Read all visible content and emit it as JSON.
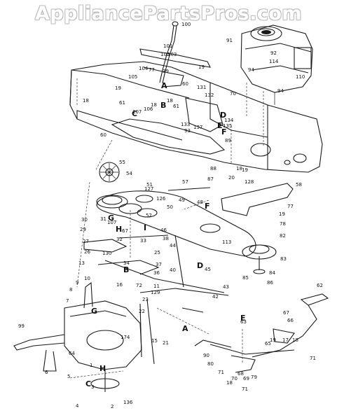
{
  "watermark": "AppliancePartsPros.com",
  "callouts": [
    {
      "n": "100"
    },
    {
      "n": "101"
    },
    {
      "n": "102"
    },
    {
      "n": "103"
    },
    {
      "n": "91"
    },
    {
      "n": "92"
    },
    {
      "n": "114"
    },
    {
      "n": "110"
    },
    {
      "n": "94"
    },
    {
      "n": "94"
    },
    {
      "n": "104"
    },
    {
      "n": "77"
    },
    {
      "n": "39"
    },
    {
      "n": "19"
    },
    {
      "n": "60"
    },
    {
      "n": "61"
    },
    {
      "n": "18"
    },
    {
      "n": "105"
    },
    {
      "n": "107"
    },
    {
      "n": "106"
    },
    {
      "n": "18"
    },
    {
      "n": "61"
    },
    {
      "n": "19"
    },
    {
      "n": "18"
    },
    {
      "n": "131"
    },
    {
      "n": "132"
    },
    {
      "n": "70"
    },
    {
      "n": "134"
    },
    {
      "n": "135"
    },
    {
      "n": "133"
    },
    {
      "n": "93"
    },
    {
      "n": "137"
    },
    {
      "n": "89"
    },
    {
      "n": "60"
    },
    {
      "n": "88"
    },
    {
      "n": "87"
    },
    {
      "n": "20"
    },
    {
      "n": "18"
    },
    {
      "n": "19"
    },
    {
      "n": "128"
    },
    {
      "n": "58"
    },
    {
      "n": "55"
    },
    {
      "n": "54"
    },
    {
      "n": "51"
    },
    {
      "n": "127"
    },
    {
      "n": "57"
    },
    {
      "n": "126"
    },
    {
      "n": "49"
    },
    {
      "n": "52"
    },
    {
      "n": "50"
    },
    {
      "n": "48"
    },
    {
      "n": "77"
    },
    {
      "n": "19"
    },
    {
      "n": "78"
    },
    {
      "n": "30"
    },
    {
      "n": "29"
    },
    {
      "n": "107"
    },
    {
      "n": "31"
    },
    {
      "n": "67"
    },
    {
      "n": "32"
    },
    {
      "n": "27"
    },
    {
      "n": "26"
    },
    {
      "n": "130"
    },
    {
      "n": "33"
    },
    {
      "n": "38"
    },
    {
      "n": "46"
    },
    {
      "n": "25"
    },
    {
      "n": "44"
    },
    {
      "n": "34"
    },
    {
      "n": "37"
    },
    {
      "n": "36"
    },
    {
      "n": "40"
    },
    {
      "n": "45"
    },
    {
      "n": "13"
    },
    {
      "n": "113"
    },
    {
      "n": "82"
    },
    {
      "n": "83"
    },
    {
      "n": "84"
    },
    {
      "n": "85"
    },
    {
      "n": "86"
    },
    {
      "n": "16"
    },
    {
      "n": "72"
    },
    {
      "n": "11"
    },
    {
      "n": "129"
    },
    {
      "n": "10"
    },
    {
      "n": "43"
    },
    {
      "n": "42"
    },
    {
      "n": "9"
    },
    {
      "n": "8"
    },
    {
      "n": "7"
    },
    {
      "n": "22"
    },
    {
      "n": "23"
    },
    {
      "n": "62"
    },
    {
      "n": "99"
    },
    {
      "n": "1"
    },
    {
      "n": "174"
    },
    {
      "n": "21"
    },
    {
      "n": "67"
    },
    {
      "n": "66"
    },
    {
      "n": "15"
    },
    {
      "n": "63"
    },
    {
      "n": "17"
    },
    {
      "n": "18"
    },
    {
      "n": "65"
    },
    {
      "n": "71"
    },
    {
      "n": "90"
    },
    {
      "n": "80"
    },
    {
      "n": "64"
    },
    {
      "n": "6"
    },
    {
      "n": "3"
    },
    {
      "n": "5"
    },
    {
      "n": "4"
    },
    {
      "n": "2"
    },
    {
      "n": "136"
    },
    {
      "n": "71"
    },
    {
      "n": "18"
    },
    {
      "n": "70"
    },
    {
      "n": "69"
    },
    {
      "n": "79"
    },
    {
      "n": "68"
    },
    {
      "n": "71"
    },
    {
      "n": "19"
    }
  ],
  "letters": [
    {
      "t": "A"
    },
    {
      "t": "B"
    },
    {
      "t": "C"
    },
    {
      "t": "D"
    },
    {
      "t": "E"
    },
    {
      "t": "F"
    },
    {
      "t": "F"
    },
    {
      "t": "G"
    },
    {
      "t": "H"
    },
    {
      "t": "I"
    },
    {
      "t": "D"
    },
    {
      "t": "B"
    },
    {
      "t": "G"
    },
    {
      "t": "A"
    },
    {
      "t": "E"
    },
    {
      "t": "H"
    },
    {
      "t": "C"
    }
  ]
}
